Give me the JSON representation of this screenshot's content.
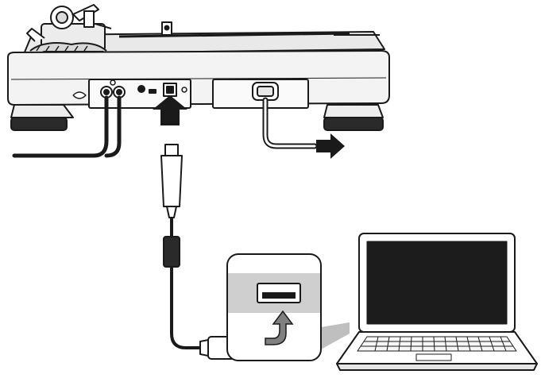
{
  "diagram": {
    "components": [
      {
        "id": "turntable",
        "icon": "turntable-rear-panel"
      },
      {
        "id": "usb-cable",
        "icon": "usb-b-to-usb-a-cable"
      },
      {
        "id": "usb-port-closeup",
        "icon": "usb-a-port-inset"
      },
      {
        "id": "laptop",
        "icon": "laptop-computer"
      }
    ],
    "arrows": [
      {
        "id": "usb-b-insert-arrow",
        "direction": "up"
      },
      {
        "id": "power-cable-out-arrow",
        "direction": "right"
      },
      {
        "id": "usb-a-insert-arrow",
        "direction": "up"
      }
    ],
    "colors": {
      "line": "#1a1a1a",
      "panel_fill": "#f2f2f2",
      "inset_band": "#cfcfcf",
      "screen": "#1c1c1c"
    }
  }
}
